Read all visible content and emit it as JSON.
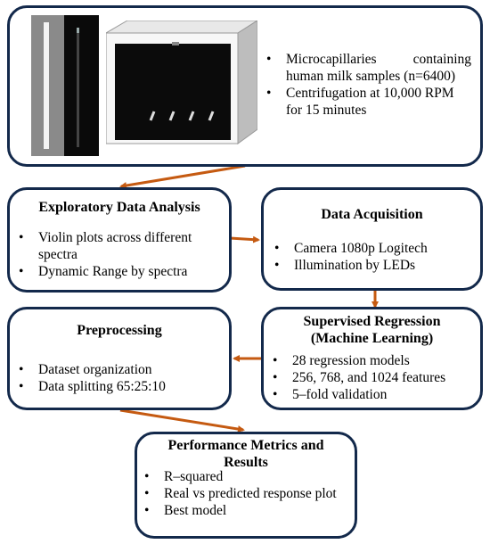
{
  "boxes": {
    "top": {
      "bullets": [
        "Microcapillaries containing human milk samples (n=6400)",
        "Centrifugation at 10,000 RPM for 15 minutes"
      ]
    },
    "eda": {
      "title": "Exploratory Data Analysis",
      "bullets": [
        "Violin plots across different spectra",
        "Dynamic Range by spectra"
      ]
    },
    "acquisition": {
      "title": "Data Acquisition",
      "bullets": [
        "Camera 1080p Logitech",
        "Illumination by LEDs"
      ]
    },
    "preprocessing": {
      "title": "Preprocessing",
      "bullets": [
        "Dataset organization",
        "Data splitting 65:25:10"
      ]
    },
    "supervised": {
      "title_line1": "Supervised Regression",
      "title_line2": "(Machine Learning)",
      "bullets": [
        "28 regression models",
        "256, 768, and 1024 features",
        "5–fold validation"
      ]
    },
    "metrics": {
      "title_line1": "Performance Metrics and",
      "title_line2": "Results",
      "bullets": [
        "R–squared",
        "Real vs predicted response plot",
        "Best model"
      ]
    }
  },
  "colors": {
    "border": "#13294b",
    "arrow": "#c55a11"
  }
}
